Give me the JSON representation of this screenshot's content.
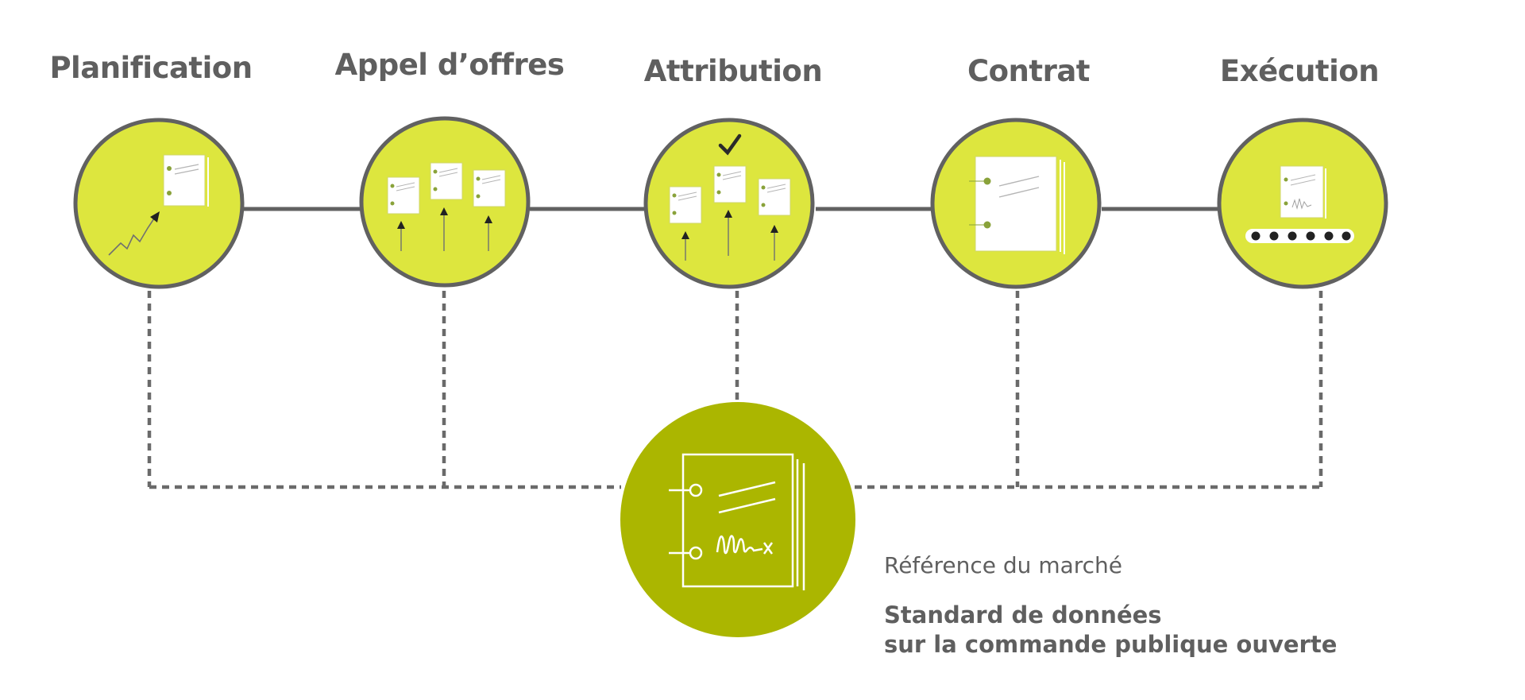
{
  "stages": [
    {
      "title": "Planification",
      "icon": "planning-chart-icon"
    },
    {
      "title": "Appel d’offres",
      "icon": "tender-documents-icon"
    },
    {
      "title": "Attribution",
      "icon": "award-checkmark-icon"
    },
    {
      "title": "Contrat",
      "icon": "contract-document-icon"
    },
    {
      "title": "Exécution",
      "icon": "implementation-conveyor-icon"
    }
  ],
  "center": {
    "icon": "signed-contract-icon",
    "reference_label": "Référence du marché",
    "standard_line1": "Standard de données",
    "standard_line2": "sur la commande publique ouverte"
  },
  "colors": {
    "stage_fill": "#dde63e",
    "center_fill": "#abb600",
    "outline": "#616161",
    "text": "#5f5f5f",
    "paper": "#ffffff",
    "paper_line": "#b5b5b5",
    "dot": "#89a23a"
  }
}
